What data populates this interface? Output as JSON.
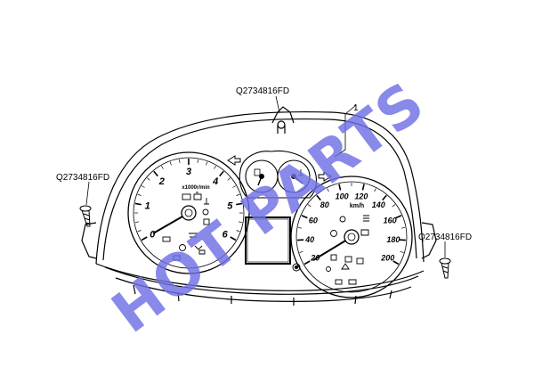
{
  "callouts": {
    "top_part_no": "Q2734816FD",
    "left_part_no": "Q2734816FD",
    "right_part_no": "Q2734816FD",
    "item_no": "1"
  },
  "tachometer": {
    "unit_label": "x1000r/min",
    "scale": [
      "0",
      "1",
      "2",
      "3",
      "4",
      "5",
      "6"
    ]
  },
  "speedometer": {
    "unit_label": "km/h",
    "scale": [
      "20",
      "40",
      "60",
      "80",
      "100",
      "120",
      "140",
      "160",
      "180",
      "200"
    ]
  },
  "watermark": {
    "text": "HOT PARTS",
    "color": "#7070e6"
  }
}
